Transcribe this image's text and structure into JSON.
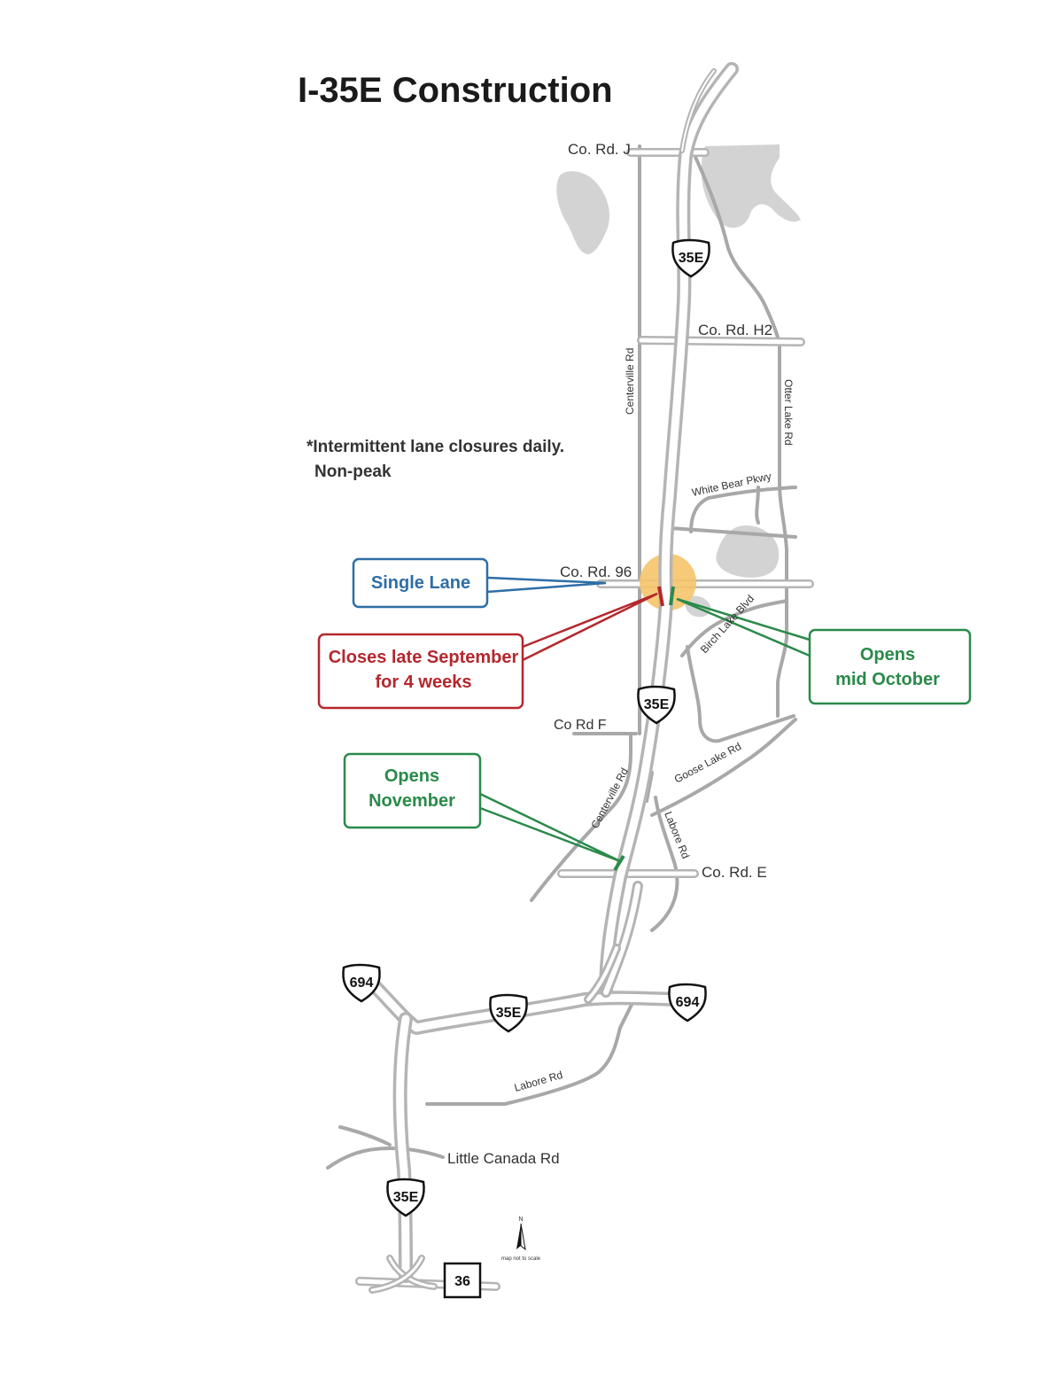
{
  "title": "I-35E Construction",
  "note": {
    "line1": "*Intermittent lane closures daily.",
    "line2": "Non-peak"
  },
  "road_labels": {
    "co_rd_j": "Co. Rd. J",
    "co_rd_h2": "Co. Rd. H2",
    "centerville_rd_north": "Centerville Rd",
    "otter_lake_rd": "Otter Lake Rd",
    "white_bear_pkwy": "White Bear Pkwy",
    "co_rd_96": "Co. Rd. 96",
    "birch_lake_blvd": "Birch Lake Blvd",
    "co_rd_f": "Co Rd F",
    "goose_lake_rd": "Goose Lake Rd",
    "centerville_rd_south": "Centerville Rd",
    "labore_rd_north": "Labore Rd",
    "co_rd_e": "Co. Rd. E",
    "labore_rd_south": "Labore Rd",
    "little_canada_rd": "Little Canada Rd"
  },
  "shields": {
    "i35e": "35E",
    "i694": "694",
    "hwy36": "36"
  },
  "callouts": {
    "single_lane": {
      "text": "Single Lane",
      "color": "#2e6ea6"
    },
    "closes": {
      "line1": "Closes late September",
      "line2": "for 4 weeks",
      "color": "#b5272d"
    },
    "opens_october": {
      "line1": "Opens",
      "line2": "mid October",
      "color": "#2a8a4a"
    },
    "opens_november": {
      "line1": "Opens",
      "line2": "November",
      "color": "#2a8a4a"
    }
  },
  "colors": {
    "construction_zone": "#f5c46a",
    "roads": "#a8a8a8",
    "water": "#d3d3d3"
  },
  "scale_note": "map not to scale",
  "north_arrow_label": "N"
}
